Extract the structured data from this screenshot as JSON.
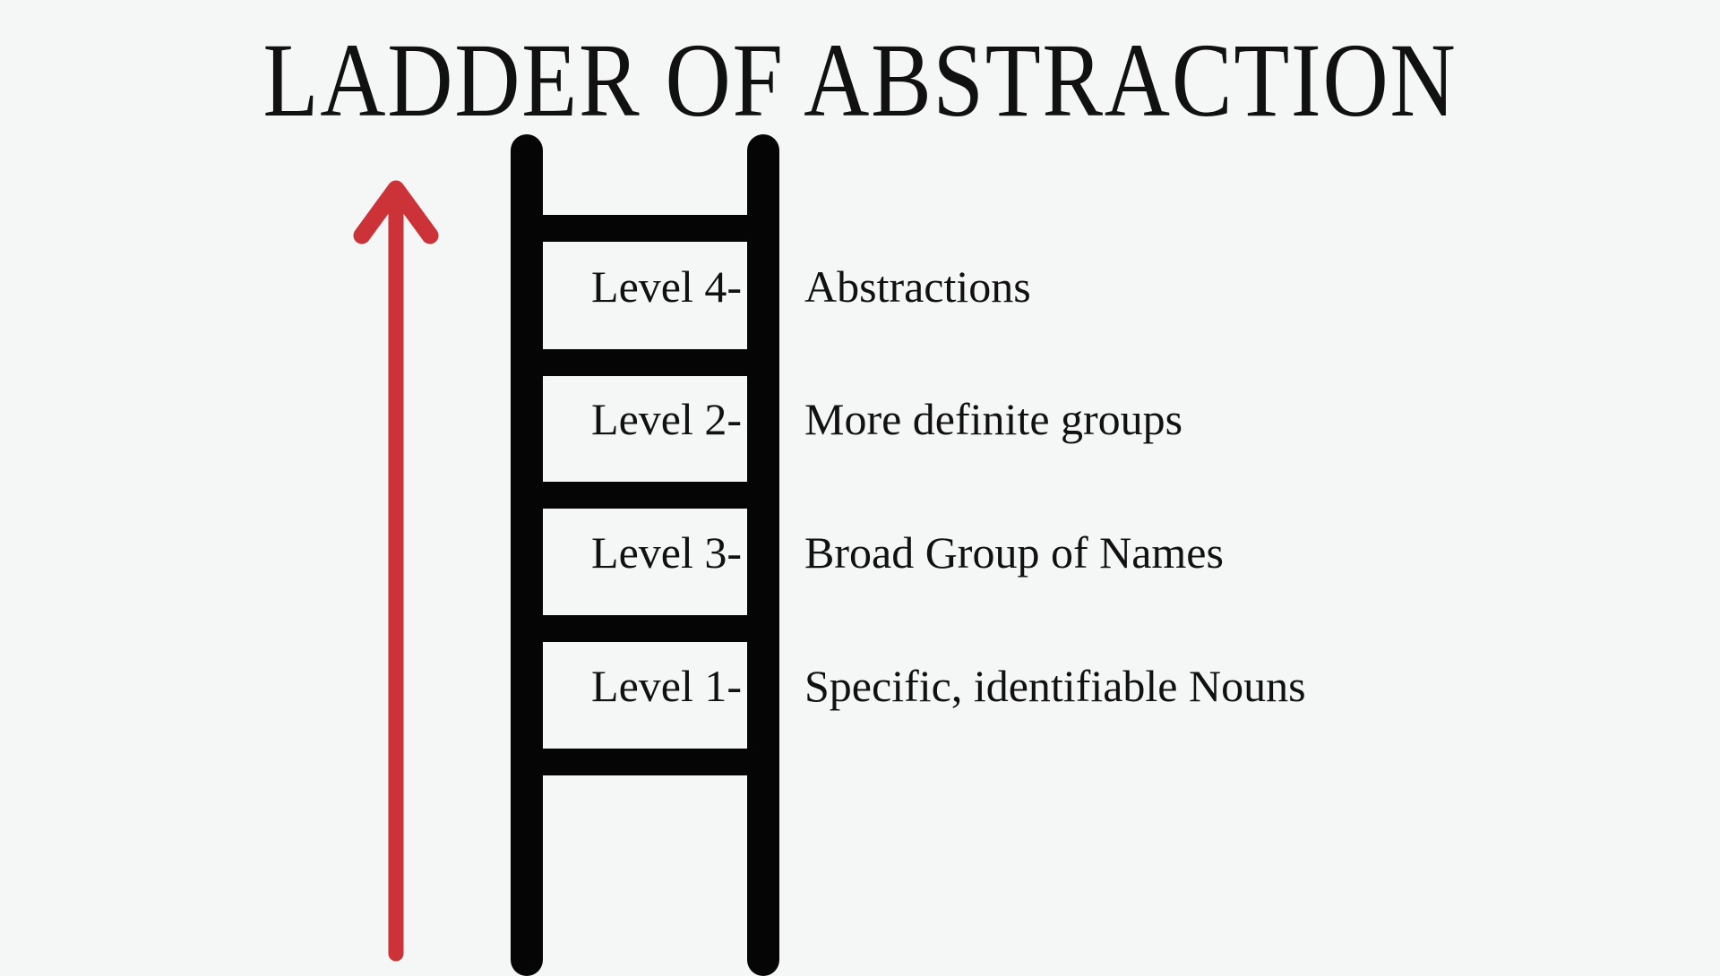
{
  "page": {
    "title": "LADDER OF ABSTRACTION",
    "background_color": "#f5f6f6",
    "text_color": "#111111",
    "arrow_color": "#cc3338",
    "ladder_color": "#050505"
  },
  "arrow": {
    "name": "upward-arrow",
    "direction": "up",
    "color": "#cc3338",
    "meaning": "increasing abstraction"
  },
  "ladder": {
    "rail_count": 2,
    "rung_count": 5,
    "cell_count": 4
  },
  "rows": [
    {
      "level": "Level 4-",
      "description": "Abstractions"
    },
    {
      "level": "Level 2-",
      "description": "More definite groups"
    },
    {
      "level": "Level 3-",
      "description": "Broad Group of Names"
    },
    {
      "level": "Level 1-",
      "description": "Specific, identifiable Nouns"
    }
  ]
}
